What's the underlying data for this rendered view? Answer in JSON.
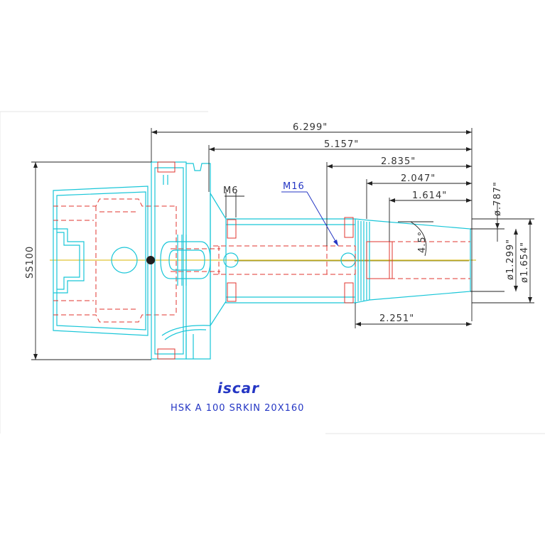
{
  "drawing": {
    "dimensions": {
      "overall_length": "6.299\"",
      "length_2": "5.157\"",
      "length_3": "2.835\"",
      "length_4": "2.047\"",
      "length_5": "1.614\"",
      "thread_m6": "M6",
      "thread_m16": "M16",
      "taper_angle": "4.5°",
      "dia_small": "ø.787\"",
      "dia_mid": "ø1.299\"",
      "dia_large": "ø1.654\"",
      "length_bottom": "2.251\"",
      "shank_label": "SS100"
    },
    "logo_text": "iscar",
    "caption": "HSK  A  100  SRKIN  20X160",
    "colors": {
      "outline": "#19c6d8",
      "hidden_lines": "#e0362f",
      "dimensions": "#222222",
      "caption": "#2436c4",
      "centerline": "#d8b400"
    }
  }
}
